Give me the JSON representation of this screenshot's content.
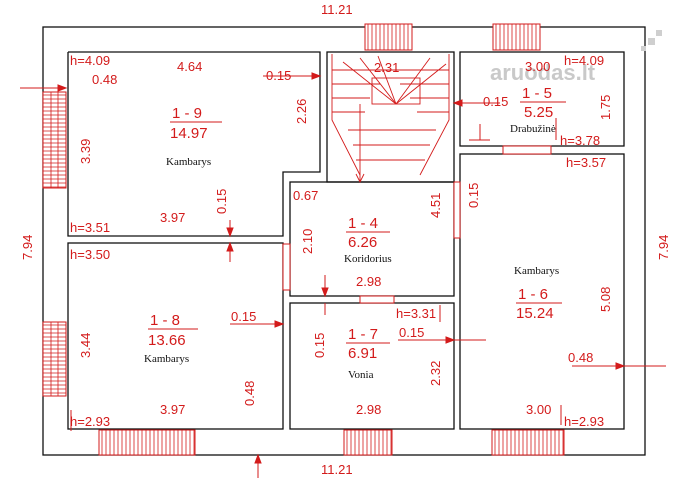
{
  "colors": {
    "wall": "#111111",
    "dim": "#d31b1b",
    "watermark": "#c9c9c9"
  },
  "overall": {
    "top": "11.21",
    "bottom": "11.21",
    "left": "7.94",
    "right": "7.94"
  },
  "watermark": "aruodas.lt",
  "rooms": {
    "r19": {
      "code": "1 - 9",
      "area": "14.97",
      "name": "Kambarys",
      "h_top": "h=4.09",
      "h_bottom": "h=3.51",
      "w_top": "4.64",
      "w_bottom": "3.97",
      "height": "3.39",
      "d1": "0.48",
      "d2": "0.15",
      "d3": "2.26",
      "d4": "0.15"
    },
    "r18": {
      "code": "1 - 8",
      "area": "13.66",
      "name": "Kambarys",
      "h_top": "h=3.50",
      "h_bottom": "h=2.93",
      "w_bottom": "3.97",
      "height": "3.44",
      "d1": "0.15",
      "d2": "0.48"
    },
    "r14": {
      "code": "1 - 4",
      "area": "6.26",
      "name": "Koridorius",
      "w": "2.98",
      "d1": "0.67",
      "d2": "2.10",
      "d3": "4.51"
    },
    "r17": {
      "code": "1 - 7",
      "area": "6.91",
      "name": "Vonia",
      "h_top": "h=3.31",
      "w": "2.98",
      "d1": "0.15",
      "d2": "0.15",
      "d3": "2.32"
    },
    "r15": {
      "code": "1 - 5",
      "area": "5.25",
      "name": "Drabužinė",
      "h_top": "h=4.09",
      "h_bottom": "h=3.78",
      "w": "3.00",
      "d1": "1.75",
      "d2": "0.15"
    },
    "r16": {
      "code": "1 - 6",
      "area": "15.24",
      "name": "Kambarys",
      "h_top": "h=3.57",
      "h_bottom": "h=2.93",
      "w": "3.00",
      "height": "5.08",
      "d1": "0.48",
      "d2": "0.15"
    }
  },
  "stairs": {
    "w": "2.31"
  }
}
